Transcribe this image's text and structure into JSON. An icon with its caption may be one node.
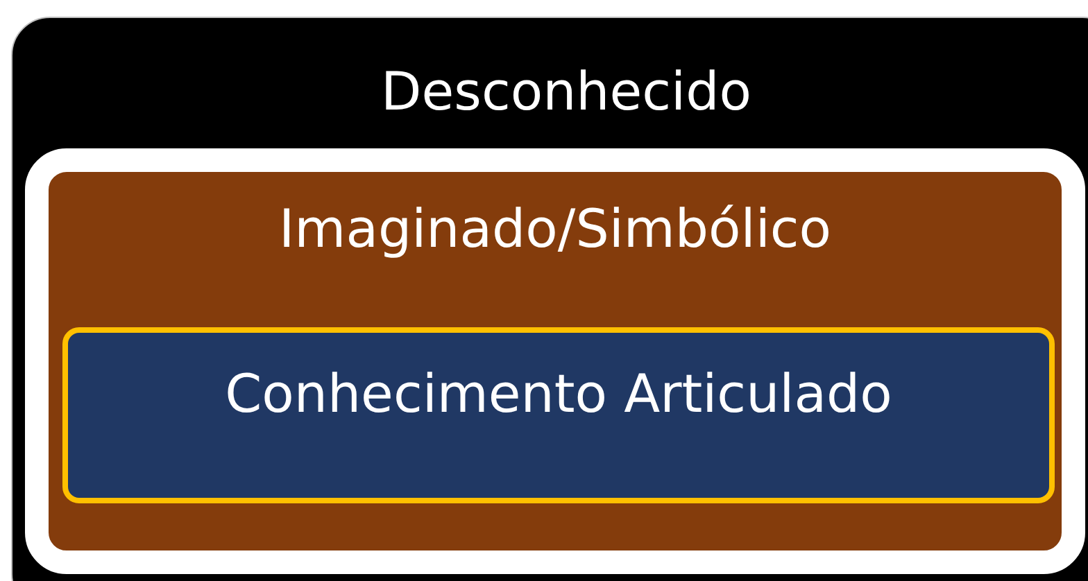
{
  "diagram": {
    "nodes": [
      {
        "text": [
          "Desconhecido"
        ]
      },
      {
        "text": [
          "Imaginado/Simbólico"
        ],
        "in": 0
      },
      {
        "text": [
          "Conhecimento Articulado"
        ],
        "in": 1
      }
    ]
  }
}
